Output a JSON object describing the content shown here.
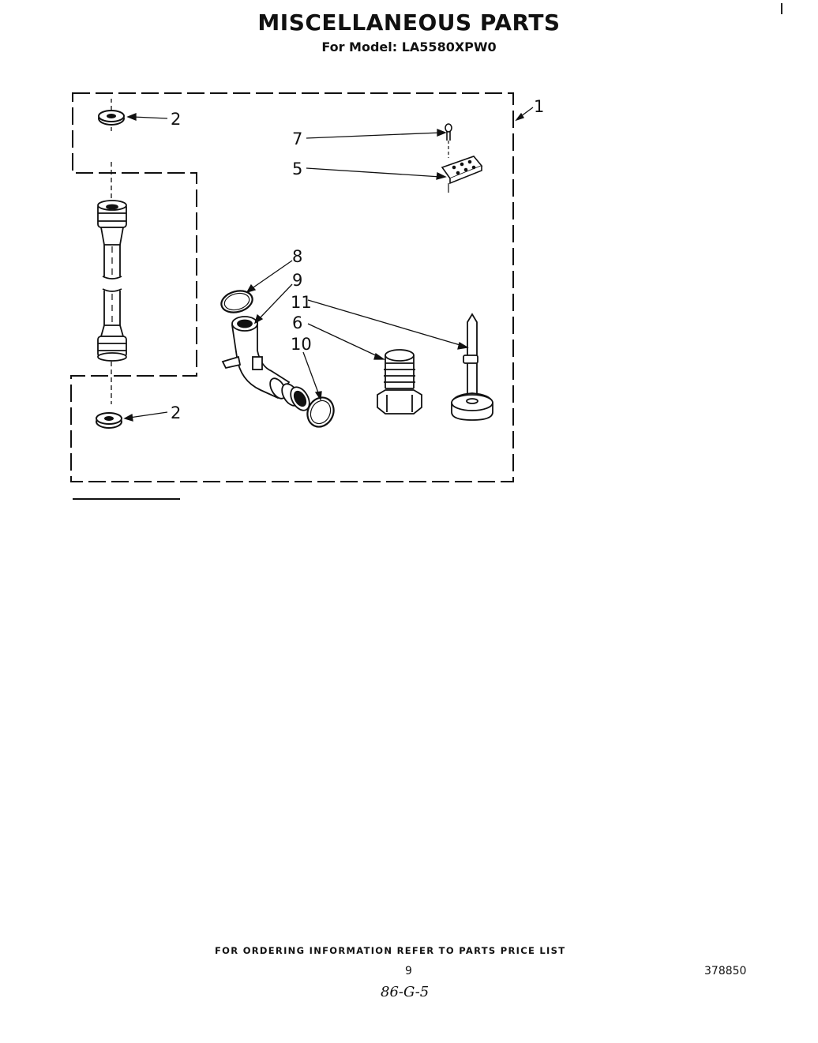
{
  "header": {
    "title": "MISCELLANEOUS PARTS",
    "subtitle": "For Model: LA5580XPW0"
  },
  "diagram": {
    "callouts": [
      "1",
      "2",
      "2",
      "7",
      "5",
      "8",
      "9",
      "11",
      "6",
      "10"
    ],
    "parts": [
      "washer-top",
      "washer-bottom",
      "fill-hose",
      "clip",
      "bracket",
      "o-ring",
      "drain-hose-elbow",
      "o-ring-lower",
      "drain-fitting",
      "leveling-leg"
    ]
  },
  "footer": {
    "ordering_note": "FOR ORDERING INFORMATION REFER TO PARTS PRICE LIST",
    "page_number": "9",
    "document_number": "378850",
    "handwritten_note": "86-G-5"
  }
}
